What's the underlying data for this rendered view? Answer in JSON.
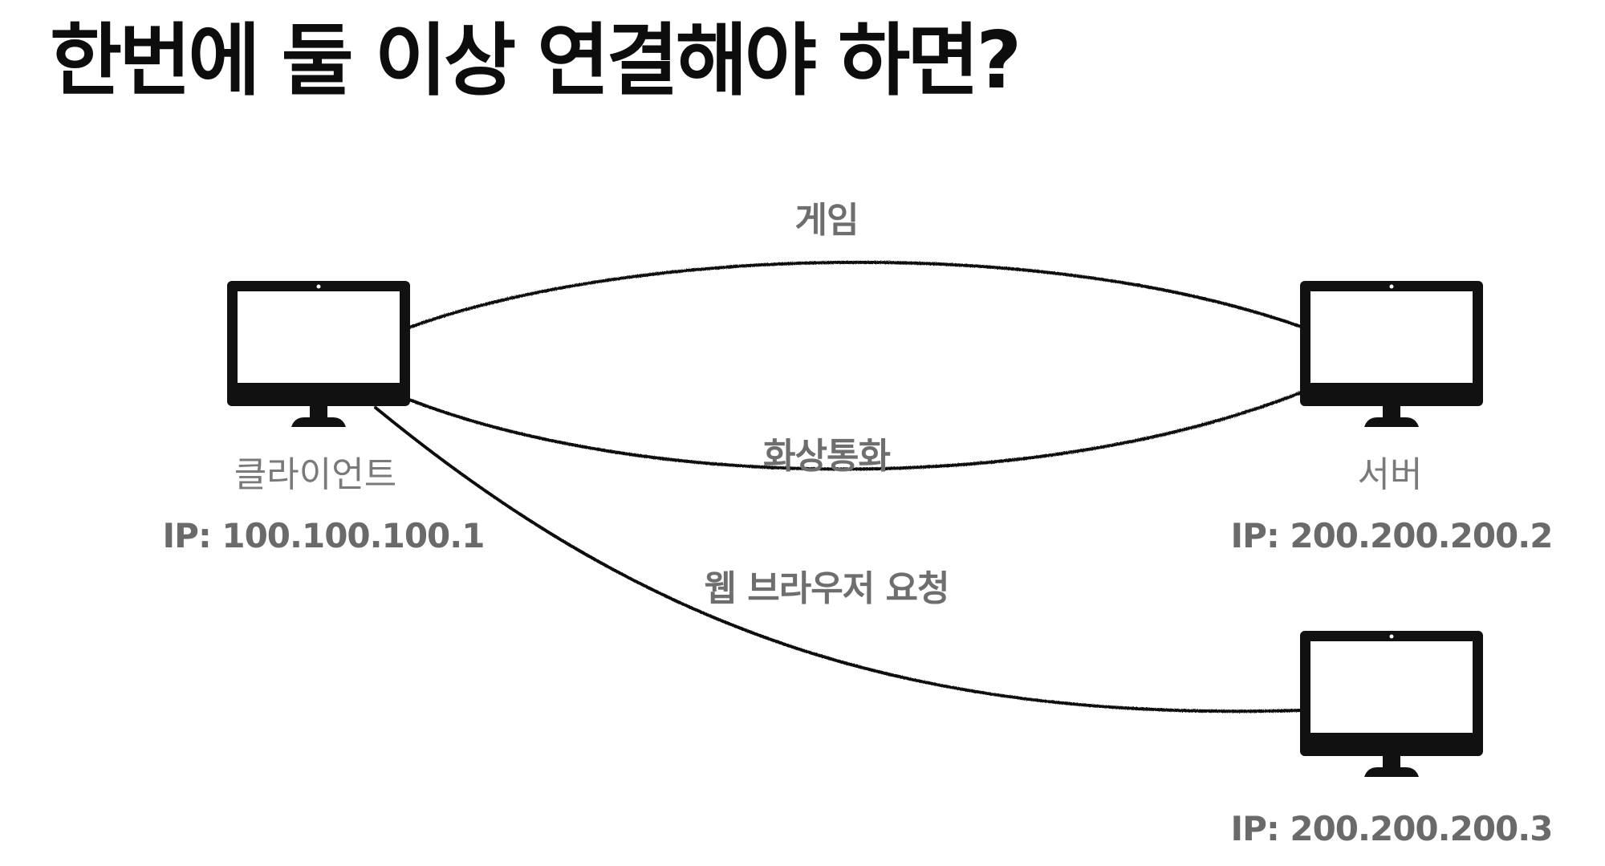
{
  "title": "한번에 둘 이상 연결해야 하면?",
  "nodes": {
    "client": {
      "name": "클라이언트",
      "ip": "IP: 100.100.100.1"
    },
    "server1": {
      "name": "서버",
      "ip": "IP: 200.200.200.2"
    },
    "server2": {
      "ip": "IP: 200.200.200.3"
    }
  },
  "connections": [
    {
      "from": "client",
      "to": "server1",
      "label": "게임"
    },
    {
      "from": "client",
      "to": "server1",
      "label": "화상통화"
    },
    {
      "from": "client",
      "to": "server2",
      "label": "웹 브라우저 요청"
    }
  ],
  "colors": {
    "title": "#0d0d0d",
    "label": "#6e6e6e",
    "line": "#111111",
    "monitor": "#111111"
  }
}
